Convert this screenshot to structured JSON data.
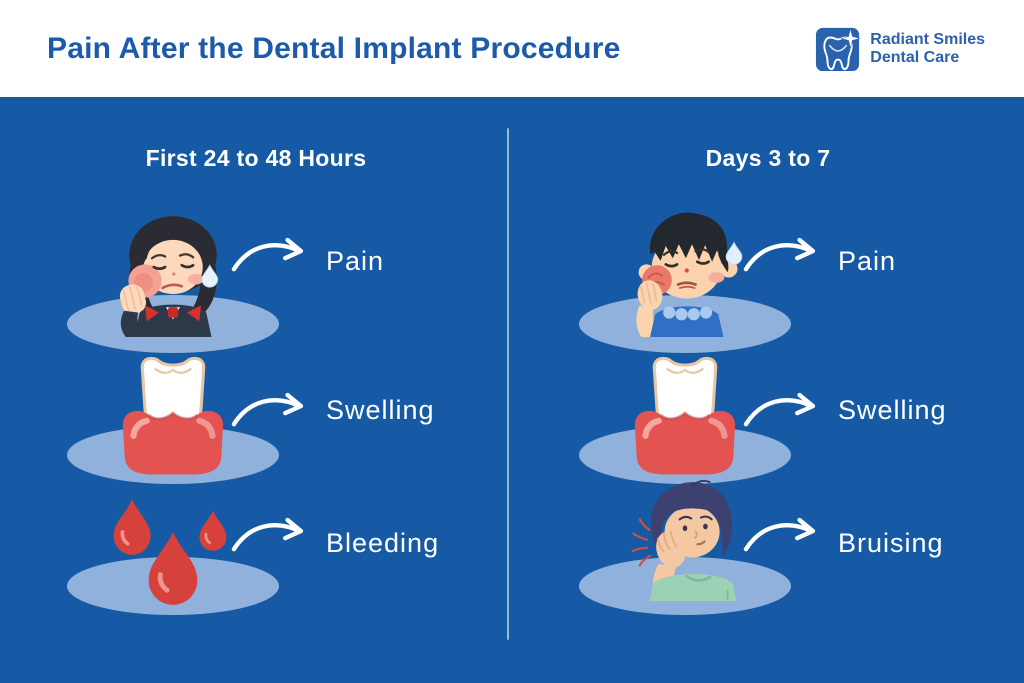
{
  "header": {
    "title": "Pain After the Dental Implant Procedure",
    "logo": {
      "line1": "Radiant Smiles",
      "line2": "Dental Care"
    }
  },
  "columns": [
    {
      "heading": "First 24 to 48 Hours",
      "items": [
        {
          "label": "Pain",
          "illustration": "woman-holding-swollen-cheek"
        },
        {
          "label": "Swelling",
          "illustration": "tooth-with-swollen-gums"
        },
        {
          "label": "Bleeding",
          "illustration": "blood-drops"
        }
      ]
    },
    {
      "heading": "Days 3 to 7",
      "items": [
        {
          "label": "Pain",
          "illustration": "boy-holding-swollen-cheek"
        },
        {
          "label": "Swelling",
          "illustration": "tooth-with-swollen-gums"
        },
        {
          "label": "Bruising",
          "illustration": "person-holding-bruised-jaw"
        }
      ]
    }
  ],
  "icons": {
    "tooth-logo-icon": "tooth-with-sparkle",
    "curved-arrow-icon": "curved-arrow-right"
  },
  "colors": {
    "header_bg": "#FFFFFF",
    "title_text": "#1D5AA9",
    "body_bg": "#165AA6",
    "platform_ellipse": "#8FB1DB",
    "divider": "#9DBCE0",
    "label_text": "#FFFFFF",
    "arrow": "#FFFFFF",
    "logo_blue": "#2A62AD",
    "blood_red": "#D7413C",
    "gum_red": "#E25352"
  }
}
